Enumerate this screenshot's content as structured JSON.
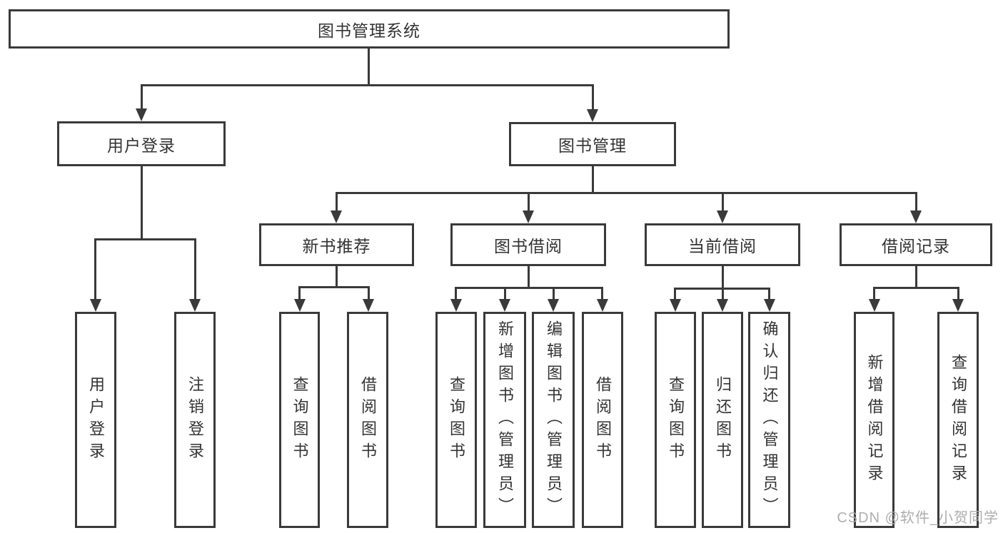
{
  "diagram": {
    "root": {
      "label": "图书管理系统"
    },
    "level1": [
      {
        "label": "用户登录"
      },
      {
        "label": "图书管理"
      }
    ],
    "level2": [
      {
        "label": "新书推荐"
      },
      {
        "label": "图书借阅"
      },
      {
        "label": "当前借阅"
      },
      {
        "label": "借阅记录"
      }
    ],
    "leaves": {
      "user_login": [
        {
          "label": "用户登录"
        },
        {
          "label": "注销登录"
        }
      ],
      "new_book": [
        {
          "label": "查询图书"
        },
        {
          "label": "借阅图书"
        }
      ],
      "book_borrow": [
        {
          "label": "查询图书"
        },
        {
          "label": "新增图书（管理员）"
        },
        {
          "label": "编辑图书（管理员）"
        },
        {
          "label": "借阅图书"
        }
      ],
      "current_borrow": [
        {
          "label": "查询图书"
        },
        {
          "label": "归还图书"
        },
        {
          "label": "确认归还（管理员）"
        }
      ],
      "borrow_record": [
        {
          "label": "新增借阅记录"
        },
        {
          "label": "查询借阅记录"
        }
      ]
    },
    "colors": {
      "line": "#3a3a3a",
      "text": "#333333",
      "background": "#ffffff",
      "watermark": "#aaaaaa"
    }
  },
  "watermark": {
    "text": "CSDN @软件_小贺同学"
  }
}
